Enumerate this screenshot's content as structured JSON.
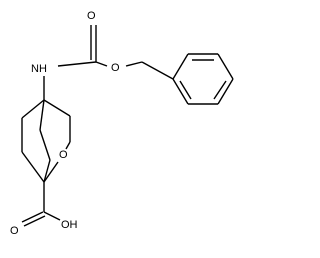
{
  "diagram": {
    "labels": {
      "nh": "NH",
      "carbonyl_o": "O",
      "ester_o": "O",
      "ring_o": "O",
      "acid_o": "O",
      "acid_oh": "OH"
    }
  }
}
